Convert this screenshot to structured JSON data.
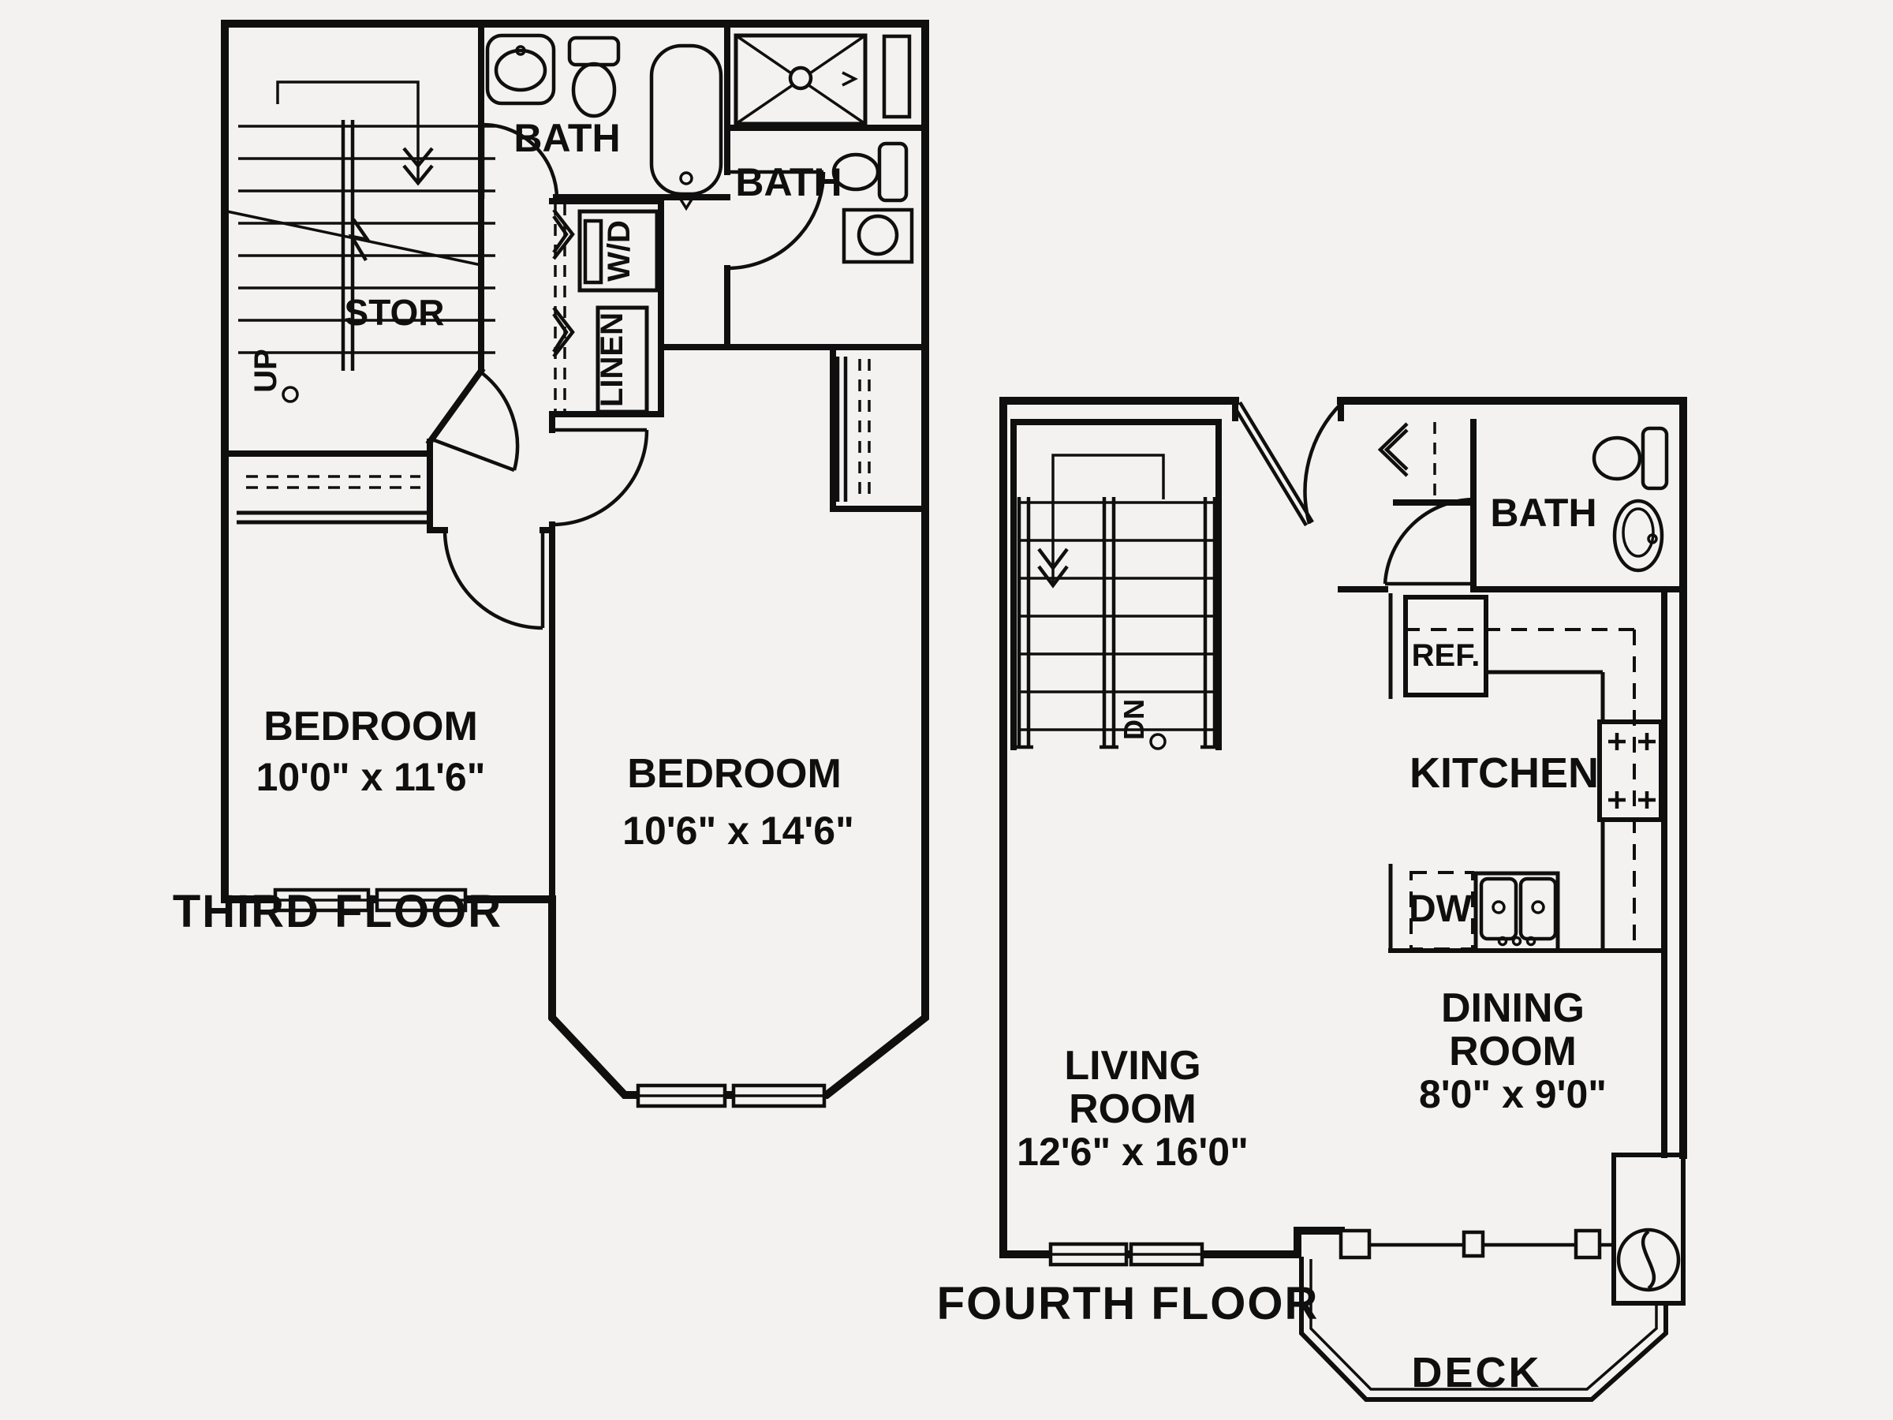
{
  "page": {
    "background": "#f4f2f1",
    "line_color": "#0f0f0f",
    "type": "apartment floor plan, two levels"
  },
  "third_floor": {
    "title": "THIRD FLOOR",
    "labels": {
      "up": "UP",
      "stor": "STOR",
      "bath1": "BATH",
      "bath2": "BATH",
      "wd": "W/D",
      "linen": "LINEN"
    },
    "rooms": {
      "bedroom1": {
        "name": "BEDROOM",
        "dims": "10'0\" x 11'6\""
      },
      "bedroom2": {
        "name": "BEDROOM",
        "dims": "10'6\" x 14'6\""
      }
    }
  },
  "fourth_floor": {
    "title": "FOURTH FLOOR",
    "labels": {
      "dn": "DN",
      "bath": "BATH",
      "ref": "REF.",
      "kitchen": "KITCHEN",
      "dw": "DW",
      "deck": "DECK"
    },
    "rooms": {
      "living": {
        "name_line1": "LIVING",
        "name_line2": "ROOM",
        "dims": "12'6\" x 16'0\""
      },
      "dining": {
        "name_line1": "DINING",
        "name_line2": "ROOM",
        "dims": "8'0\" x 9'0\""
      }
    }
  }
}
